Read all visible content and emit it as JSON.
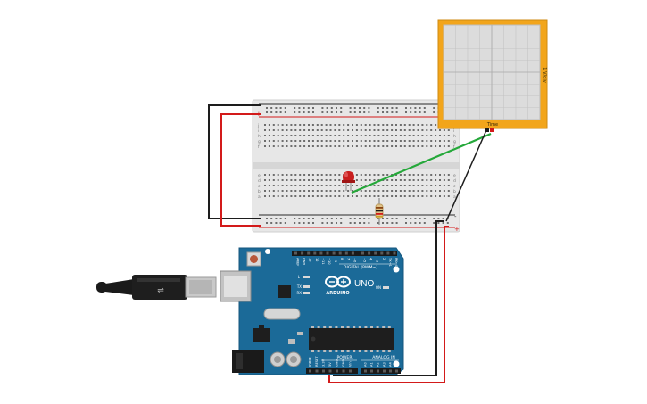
{
  "colors": {
    "wire_black": "#1d1d1d",
    "wire_red": "#d31a1a",
    "wire_green": "#25a83a",
    "breadboard": "#e7e7e7",
    "breadboard_dark": "#d4d4d4",
    "board_blue": "#1b6a98",
    "board_blue_dark": "#14557c",
    "scope_frame": "#f2a51b",
    "scope_screen": "#dcdcdc",
    "led_red": "#d22020"
  },
  "oscilloscope": {
    "side_label": "1 V/div",
    "bottom_label": "Time"
  },
  "breadboard": {
    "rail_plus": "+",
    "rail_minus": "-",
    "row_letters_top": [
      "j",
      "i",
      "h",
      "g",
      "f"
    ],
    "row_letters_bottom": [
      "e",
      "d",
      "c",
      "b",
      "a"
    ]
  },
  "arduino": {
    "brand": "ARDUINO",
    "model": "UNO",
    "digital_label": "DIGITAL (PWM~)",
    "power_label": "POWER",
    "analog_label": "ANALOG IN",
    "header_top_pins": [
      "AREF",
      "GND",
      "13",
      "12",
      "~11",
      "~10",
      "~9",
      "8",
      "7",
      "~6",
      "~5",
      "4",
      "~3",
      "2",
      "TX→1",
      "RX←0"
    ],
    "power_pins": [
      "IOREF",
      "RESET",
      "3.3V",
      "5V",
      "GND",
      "GND",
      "Vin"
    ],
    "analog_pins": [
      "A0",
      "A1",
      "A2",
      "A3",
      "A4",
      "A5"
    ],
    "led_labels": [
      "L",
      "TX",
      "RX"
    ],
    "on_label": "ON"
  }
}
